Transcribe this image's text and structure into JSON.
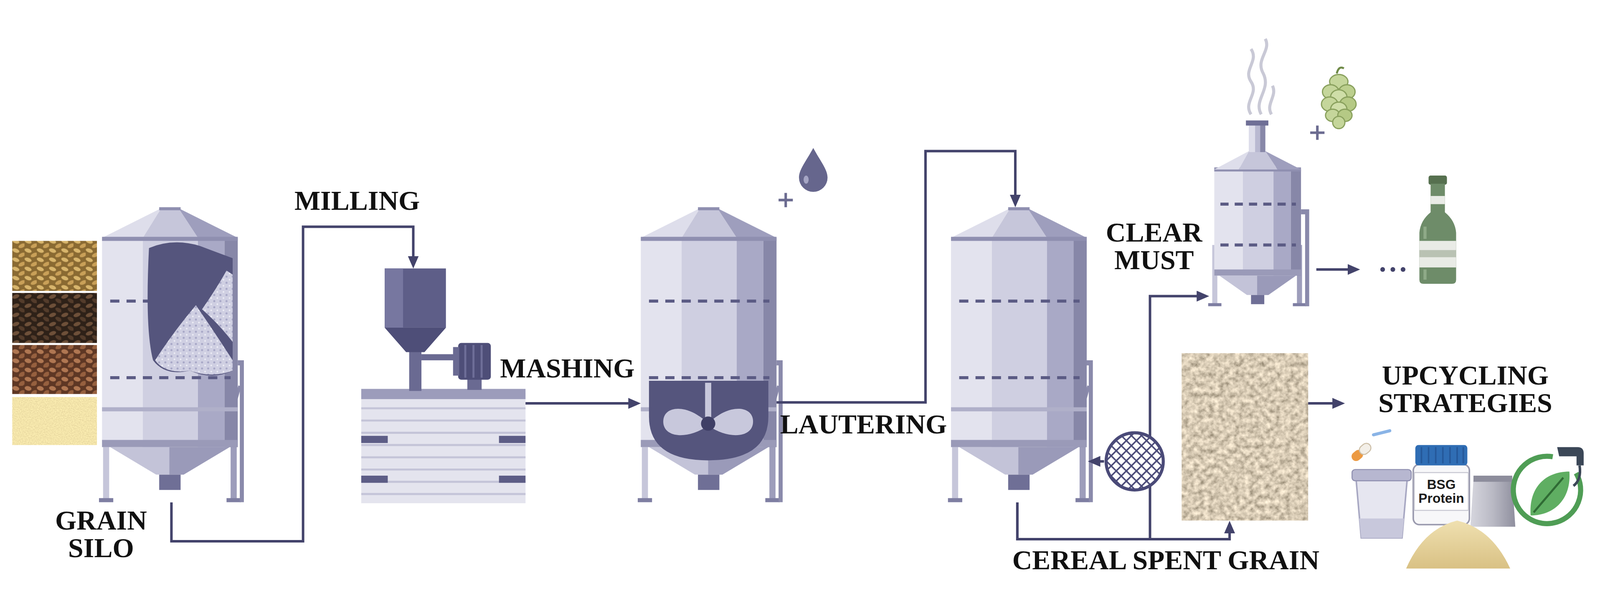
{
  "diagram": {
    "nodes": [
      {
        "text": [
          "GRAIN SILO"
        ]
      },
      {
        "text": [
          "MILLING"
        ]
      },
      {
        "text": [
          "MASHING"
        ]
      },
      {
        "text": [
          "LAUTERING"
        ]
      },
      {
        "text": [
          "CLEAR MUST"
        ]
      },
      {
        "text": [
          "CEREAL SPENT GRAIN"
        ]
      },
      {
        "text": [
          "UPCYCLING STRATEGIES"
        ]
      },
      {
        "text": [
          "BSG Protein"
        ],
        "in": 6
      }
    ],
    "edges": [
      {
        "from": 0,
        "to": 1,
        "arrow": "to"
      },
      {
        "from": 1,
        "to": 2,
        "arrow": "to"
      },
      {
        "from": 2,
        "to": 3,
        "arrow": "to"
      },
      {
        "from": 3,
        "to": 4,
        "arrow": "to"
      },
      {
        "from": 3,
        "to": 5,
        "arrow": "to"
      },
      {
        "from": 5,
        "to": 6,
        "arrow": "to"
      }
    ]
  }
}
